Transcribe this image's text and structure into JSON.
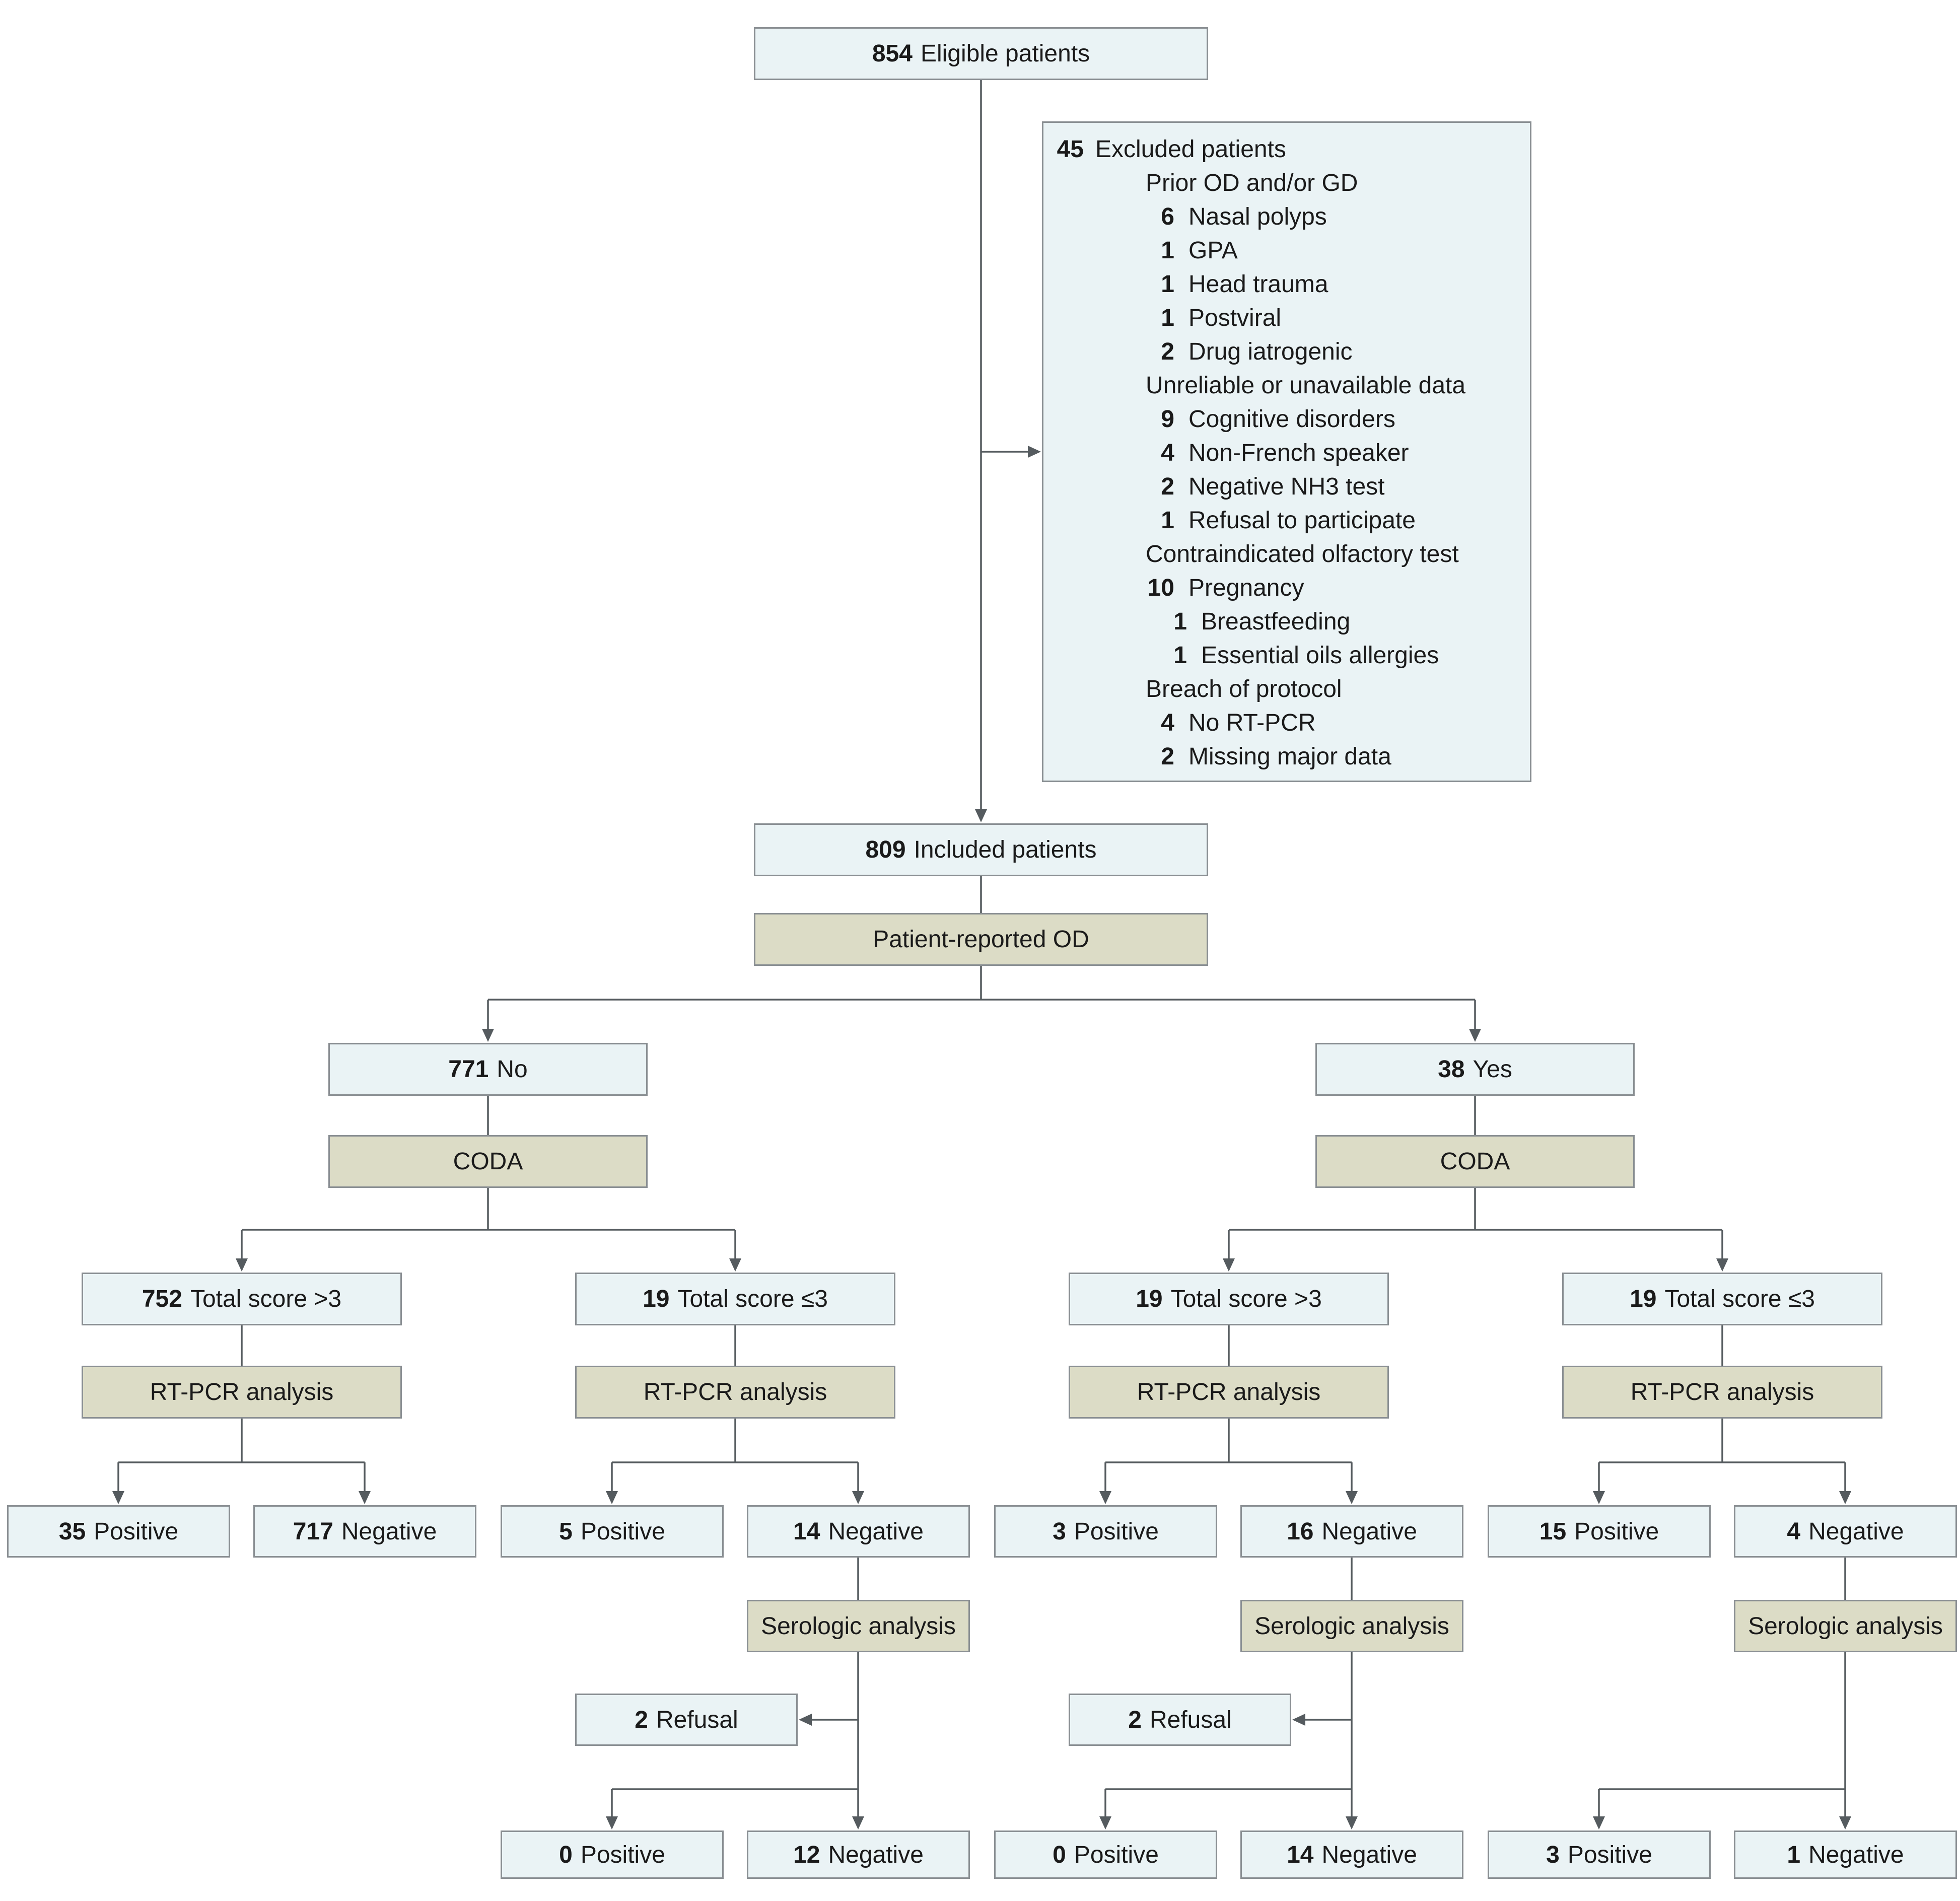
{
  "diagram": {
    "nodes": {
      "eligible": {
        "n": "854",
        "label": "Eligible patients"
      },
      "included": {
        "n": "809",
        "label": "Included patients"
      },
      "reported": {
        "label": "Patient-reported OD"
      },
      "no": {
        "n": "771",
        "label": "No"
      },
      "yes": {
        "n": "38",
        "label": "Yes"
      },
      "coda_no": {
        "label": "CODA"
      },
      "coda_yes": {
        "label": "CODA"
      },
      "no_gt3": {
        "n": "752",
        "label": "Total score >3"
      },
      "no_le3": {
        "n": "19",
        "label": "Total score ≤3"
      },
      "yes_gt3": {
        "n": "19",
        "label": "Total score >3"
      },
      "yes_le3": {
        "n": "19",
        "label": "Total score ≤3"
      },
      "pcr1": {
        "label": "RT-PCR analysis"
      },
      "pcr2": {
        "label": "RT-PCR analysis"
      },
      "pcr3": {
        "label": "RT-PCR analysis"
      },
      "pcr4": {
        "label": "RT-PCR analysis"
      },
      "p1": {
        "n": "35",
        "label": "Positive"
      },
      "n1": {
        "n": "717",
        "label": "Negative"
      },
      "p2": {
        "n": "5",
        "label": "Positive"
      },
      "n2": {
        "n": "14",
        "label": "Negative"
      },
      "p3": {
        "n": "3",
        "label": "Positive"
      },
      "n3": {
        "n": "16",
        "label": "Negative"
      },
      "p4": {
        "n": "15",
        "label": "Positive"
      },
      "n4": {
        "n": "4",
        "label": "Negative"
      },
      "sero2": {
        "label": "Serologic analysis"
      },
      "sero3": {
        "label": "Serologic analysis"
      },
      "sero4": {
        "label": "Serologic analysis"
      },
      "ref2": {
        "n": "2",
        "label": "Refusal"
      },
      "ref3": {
        "n": "2",
        "label": "Refusal"
      },
      "sp2": {
        "n": "0",
        "label": "Positive"
      },
      "sn2": {
        "n": "12",
        "label": "Negative"
      },
      "sp3": {
        "n": "0",
        "label": "Positive"
      },
      "sn3": {
        "n": "14",
        "label": "Negative"
      },
      "sp4": {
        "n": "3",
        "label": "Positive"
      },
      "sn4": {
        "n": "1",
        "label": "Negative"
      }
    },
    "excluded": {
      "n": "45",
      "label": "Excluded patients",
      "categories": [
        {
          "label": "Prior OD and/or GD",
          "items": [
            {
              "n": "6",
              "label": "Nasal polyps"
            },
            {
              "n": "1",
              "label": "GPA"
            },
            {
              "n": "1",
              "label": "Head trauma"
            },
            {
              "n": "1",
              "label": "Postviral"
            },
            {
              "n": "2",
              "label": "Drug iatrogenic"
            }
          ]
        },
        {
          "label": "Unreliable or unavailable data",
          "items": [
            {
              "n": "9",
              "label": "Cognitive disorders"
            },
            {
              "n": "4",
              "label": "Non-French speaker"
            },
            {
              "n": "2",
              "label": "Negative NH3 test"
            },
            {
              "n": "1",
              "label": "Refusal to participate"
            }
          ]
        },
        {
          "label": "Contraindicated olfactory test",
          "items": [
            {
              "n": "10",
              "label": "Pregnancy"
            },
            {
              "n": "1",
              "label": "Breastfeeding"
            },
            {
              "n": "1",
              "label": "Essential oils allergies"
            }
          ]
        },
        {
          "label": "Breach of protocol",
          "items": [
            {
              "n": "4",
              "label": "No RT-PCR"
            },
            {
              "n": "2",
              "label": "Missing major data"
            }
          ]
        }
      ]
    }
  }
}
